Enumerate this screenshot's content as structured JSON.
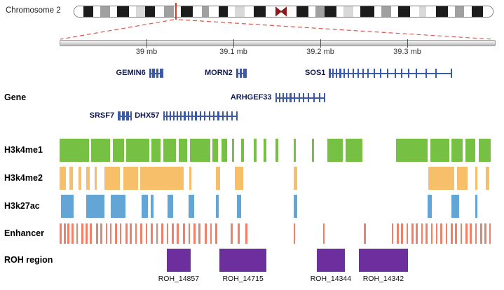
{
  "header": {
    "chromosome_label": "Chromosome 2"
  },
  "ruler": {
    "ticks": [
      {
        "mb": 39.0,
        "label": "39 mb"
      },
      {
        "mb": 39.1,
        "label": "39.1 mb"
      },
      {
        "mb": 39.2,
        "label": "39.2 mb"
      },
      {
        "mb": 39.3,
        "label": "39.3 mb"
      }
    ]
  },
  "track_labels": {
    "gene": "Gene",
    "h3k4me1": "H3k4me1",
    "h3k4me2": "H3k4me2",
    "h3k27ac": "H3k27ac",
    "enhancer": "Enhancer",
    "roh": "ROH region"
  },
  "colors": {
    "gene": "#3c5aa6",
    "gene_label": "#101a52",
    "h3k4me1": "#76c043",
    "h3k4me2": "#f8bf6a",
    "h3k27ac": "#63a5d5",
    "enhancer": "#f08068",
    "roh": "#6d2e9e",
    "centromere": "#8b1a1a",
    "zoom_line": "#e2574d",
    "marker": "#d03a2b",
    "band_shades": [
      "#ffffff",
      "#d9d9d9",
      "#a0a0a0",
      "#5a5a5a",
      "#1c1c1c"
    ]
  },
  "chart_data": {
    "type": "genome-tracks",
    "region": {
      "chromosome": "Chromosome 2",
      "x_range_mb": [
        38.9,
        39.4
      ]
    },
    "ideogram": {
      "marker_fraction": 0.243,
      "bands": [
        [
          2,
          0
        ],
        [
          2,
          4
        ],
        [
          1.5,
          0
        ],
        [
          2,
          2
        ],
        [
          1.5,
          0
        ],
        [
          2.5,
          4
        ],
        [
          1.5,
          0
        ],
        [
          2,
          1
        ],
        [
          2,
          4
        ],
        [
          2,
          0
        ],
        [
          2,
          2
        ],
        [
          1.5,
          0
        ],
        [
          2.5,
          4
        ],
        [
          2,
          0
        ],
        [
          1.5,
          2
        ],
        [
          2,
          0
        ],
        [
          2,
          4
        ],
        [
          1.5,
          0
        ],
        [
          2,
          1
        ],
        [
          2,
          0
        ],
        [
          2.5,
          4
        ],
        [
          2,
          0
        ],
        [
          2.5,
          "cen"
        ],
        [
          2,
          0
        ],
        [
          2.5,
          4
        ],
        [
          1.5,
          0
        ],
        [
          2,
          2
        ],
        [
          2.5,
          4
        ],
        [
          1.5,
          0
        ],
        [
          2,
          1
        ],
        [
          1.5,
          0
        ],
        [
          3,
          4
        ],
        [
          1.5,
          0
        ],
        [
          2,
          2
        ],
        [
          1.5,
          0
        ],
        [
          2.5,
          4
        ],
        [
          2,
          0
        ],
        [
          1.5,
          1
        ],
        [
          2,
          0
        ],
        [
          2.5,
          4
        ],
        [
          1.5,
          0
        ],
        [
          2,
          2
        ],
        [
          1.5,
          0
        ],
        [
          2.5,
          4
        ],
        [
          2,
          0
        ]
      ]
    },
    "genes": [
      {
        "name": "GEMIN6",
        "row": 1,
        "start_mb": 39.003,
        "end_mb": 39.019,
        "exons": [
          [
            0,
            0.15
          ],
          [
            0.22,
            0.42
          ],
          [
            0.5,
            0.68
          ],
          [
            0.78,
            1
          ]
        ]
      },
      {
        "name": "MORN2",
        "row": 1,
        "start_mb": 39.103,
        "end_mb": 39.115,
        "exons": [
          [
            0,
            0.2
          ],
          [
            0.35,
            0.55
          ],
          [
            0.7,
            1
          ]
        ]
      },
      {
        "name": "SOS1",
        "row": 1,
        "start_mb": 39.21,
        "end_mb": 39.352,
        "exons": [
          [
            0,
            0.013
          ],
          [
            0.025,
            0.038
          ],
          [
            0.055,
            0.068
          ],
          [
            0.085,
            0.098
          ],
          [
            0.115,
            0.128
          ],
          [
            0.15,
            0.163
          ],
          [
            0.19,
            0.203
          ],
          [
            0.23,
            0.243
          ],
          [
            0.27,
            0.283
          ],
          [
            0.31,
            0.323
          ],
          [
            0.36,
            0.373
          ],
          [
            0.41,
            0.423
          ],
          [
            0.47,
            0.483
          ],
          [
            0.53,
            0.543
          ],
          [
            0.58,
            0.593
          ],
          [
            0.64,
            0.653
          ],
          [
            0.7,
            0.713
          ],
          [
            0.78,
            0.793
          ],
          [
            0.86,
            0.873
          ],
          [
            0.985,
            1
          ]
        ]
      },
      {
        "name": "ARHGEF33",
        "row": 2,
        "start_mb": 39.148,
        "end_mb": 39.206,
        "exons": [
          [
            0,
            0.03
          ],
          [
            0.07,
            0.1
          ],
          [
            0.14,
            0.17
          ],
          [
            0.21,
            0.24
          ],
          [
            0.29,
            0.32
          ],
          [
            0.37,
            0.4
          ],
          [
            0.46,
            0.49
          ],
          [
            0.55,
            0.58
          ],
          [
            0.65,
            0.68
          ],
          [
            0.76,
            0.79
          ],
          [
            0.87,
            0.9
          ],
          [
            0.97,
            1
          ]
        ]
      },
      {
        "name": "SRSF7",
        "row": 3,
        "start_mb": 38.967,
        "end_mb": 38.983,
        "exons": [
          [
            0,
            0.18
          ],
          [
            0.28,
            0.5
          ],
          [
            0.6,
            0.78
          ],
          [
            0.88,
            1
          ]
        ]
      },
      {
        "name": "DHX57",
        "row": 3,
        "start_mb": 39.019,
        "end_mb": 39.105,
        "exons": [
          [
            0,
            0.02
          ],
          [
            0.045,
            0.065
          ],
          [
            0.09,
            0.11
          ],
          [
            0.135,
            0.155
          ],
          [
            0.18,
            0.2
          ],
          [
            0.23,
            0.25
          ],
          [
            0.28,
            0.3
          ],
          [
            0.33,
            0.35
          ],
          [
            0.38,
            0.4
          ],
          [
            0.43,
            0.45
          ],
          [
            0.49,
            0.51
          ],
          [
            0.55,
            0.57
          ],
          [
            0.61,
            0.63
          ],
          [
            0.67,
            0.69
          ],
          [
            0.73,
            0.75
          ],
          [
            0.79,
            0.81
          ],
          [
            0.85,
            0.87
          ],
          [
            0.91,
            0.93
          ],
          [
            0.98,
            1
          ]
        ]
      }
    ],
    "tracks": [
      {
        "name": "H3k4me1",
        "key": "h3k4me1",
        "type": "blocks",
        "color": "#76c043",
        "intervals_mb": [
          [
            38.9,
            38.934
          ],
          [
            38.936,
            38.958
          ],
          [
            38.961,
            38.974
          ],
          [
            38.977,
            39.003
          ],
          [
            39.006,
            39.016
          ],
          [
            39.019,
            39.034
          ],
          [
            39.037,
            39.047
          ],
          [
            39.05,
            39.073
          ],
          [
            39.076,
            39.082
          ],
          [
            39.086,
            39.093
          ],
          [
            39.098,
            39.101
          ],
          [
            39.109,
            39.112
          ],
          [
            39.123,
            39.127
          ],
          [
            39.135,
            39.138
          ],
          [
            39.148,
            39.152
          ],
          [
            39.169,
            39.172
          ],
          [
            39.19,
            39.193
          ],
          [
            39.208,
            39.226
          ],
          [
            39.229,
            39.248
          ],
          [
            39.287,
            39.323
          ],
          [
            39.327,
            39.348
          ],
          [
            39.351,
            39.364
          ],
          [
            39.367,
            39.378
          ],
          [
            39.382,
            39.396
          ]
        ]
      },
      {
        "name": "H3k4me2",
        "key": "h3k4me2",
        "type": "blocks",
        "color": "#f8bf6a",
        "intervals_mb": [
          [
            38.9,
            38.907
          ],
          [
            38.911,
            38.915
          ],
          [
            38.922,
            38.925
          ],
          [
            38.931,
            38.935
          ],
          [
            38.94,
            38.943
          ],
          [
            38.952,
            38.969
          ],
          [
            38.973,
            38.99
          ],
          [
            38.993,
            39.043
          ],
          [
            39.049,
            39.052
          ],
          [
            39.08,
            39.085
          ],
          [
            39.102,
            39.111
          ],
          [
            39.169,
            39.173
          ],
          [
            39.324,
            39.354
          ],
          [
            39.357,
            39.369
          ],
          [
            39.378,
            39.381
          ],
          [
            39.39,
            39.394
          ]
        ]
      },
      {
        "name": "H3k27ac",
        "key": "h3k27ac",
        "type": "blocks",
        "color": "#63a5d5",
        "intervals_mb": [
          [
            38.902,
            38.916
          ],
          [
            38.931,
            38.952
          ],
          [
            38.959,
            38.976
          ],
          [
            38.994,
            39.002
          ],
          [
            39.005,
            39.008
          ],
          [
            39.024,
            39.031
          ],
          [
            39.048,
            39.055
          ],
          [
            39.08,
            39.083
          ],
          [
            39.104,
            39.109
          ],
          [
            39.169,
            39.173
          ],
          [
            39.323,
            39.328
          ],
          [
            39.351,
            39.36
          ],
          [
            39.378,
            39.381
          ]
        ]
      },
      {
        "name": "Enhancer",
        "key": "enhancer",
        "type": "ticks",
        "color": "#f08068",
        "positions_mb": [
          38.901,
          38.906,
          38.91,
          38.915,
          38.92,
          38.926,
          38.931,
          38.936,
          38.943,
          38.948,
          38.954,
          38.959,
          38.965,
          38.97,
          38.977,
          38.982,
          38.988,
          38.994,
          39.0,
          39.006,
          39.012,
          39.018,
          39.024,
          39.03,
          39.036,
          39.043,
          39.049,
          39.055,
          39.061,
          39.068,
          39.074,
          39.08,
          39.098,
          39.106,
          39.115,
          39.17,
          39.204,
          39.251,
          39.283,
          39.289,
          39.294,
          39.3,
          39.306,
          39.311,
          39.317,
          39.322,
          39.328,
          39.334,
          39.339,
          39.345,
          39.351,
          39.356,
          39.362,
          39.368,
          39.373,
          39.379,
          39.385,
          39.39,
          39.395
        ]
      },
      {
        "name": "ROH region",
        "key": "roh",
        "type": "labeled-blocks",
        "color": "#6d2e9e",
        "blocks": [
          {
            "label": "ROH_14857",
            "start_mb": 39.023,
            "end_mb": 39.051
          },
          {
            "label": "ROH_14715",
            "start_mb": 39.084,
            "end_mb": 39.138
          },
          {
            "label": "ROH_14344",
            "start_mb": 39.196,
            "end_mb": 39.228
          },
          {
            "label": "ROH_14342",
            "start_mb": 39.244,
            "end_mb": 39.301
          }
        ]
      }
    ]
  }
}
